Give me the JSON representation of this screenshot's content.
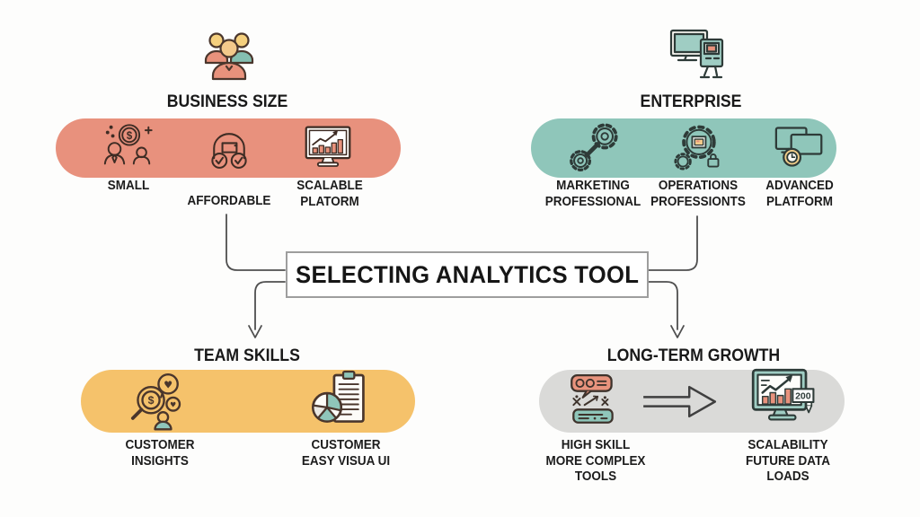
{
  "title": "SELECTING ANALYTICS TOOL",
  "colors": {
    "business_pill": "#E8917D",
    "enterprise_pill": "#8FC6BA",
    "team_skills_pill": "#F5C26B",
    "growth_pill": "#DADAD8",
    "connector": "#4F4F4F"
  },
  "quadrants": {
    "business_size": {
      "heading": "BUSINESS SIZE",
      "header_icon": "people-group-icon",
      "items": [
        {
          "label": "SMALL",
          "icon": "money-people-icon"
        },
        {
          "label": "AFFORDABLE",
          "icon": "checkout-check-icon"
        },
        {
          "label": "SCALABLE\nPLATORM",
          "icon": "monitor-bar-chart-icon"
        }
      ]
    },
    "enterprise": {
      "heading": "ENTERPRISE",
      "header_icon": "workstation-icon",
      "items": [
        {
          "label": "MARKETING\nPROFESSIONAL",
          "icon": "linked-gears-icon"
        },
        {
          "label": "OPERATIONS\nPROFESSIONTS",
          "icon": "gear-console-icon"
        },
        {
          "label": "ADVANCED\nPLATFORM",
          "icon": "screens-clock-icon"
        }
      ]
    },
    "team_skills": {
      "heading": "TEAM SKILLS",
      "items": [
        {
          "label": "CUSTOMER\nINSIGHTS",
          "icon": "magnifier-insights-icon"
        },
        {
          "label": "CUSTOMER\nEASY VISUA UI",
          "icon": "clipboard-pie-icon"
        }
      ]
    },
    "long_term_growth": {
      "heading": "LONG-TERM GROWTH",
      "connector_icon": "right-arrow-icon",
      "items": [
        {
          "label": "HIGH SKILL\nMORE COMPLEX TOOLS",
          "icon": "complex-tools-icon"
        },
        {
          "label": "SCALABILITY\nFUTURE DATA LOADS",
          "icon": "scalability-monitor-icon",
          "monitor_value": "200"
        }
      ]
    }
  }
}
